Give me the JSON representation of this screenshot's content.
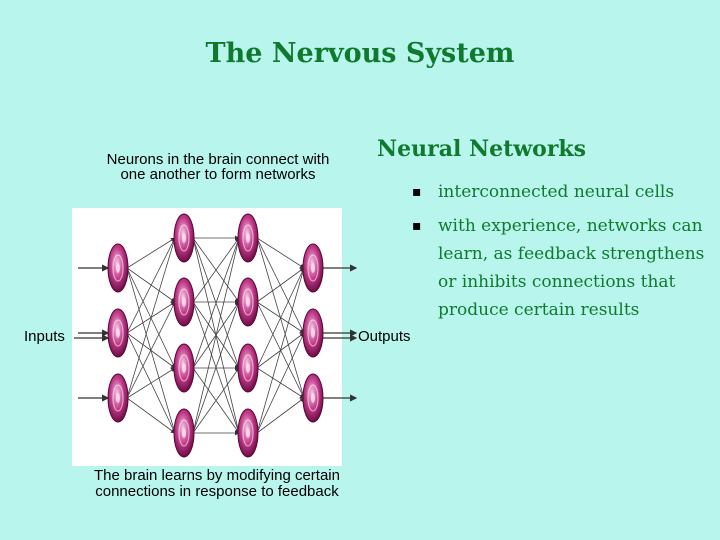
{
  "slide": {
    "title": "The Nervous System",
    "diagram": {
      "caption_top": "Neurons in the brain connect with one another to form networks",
      "caption_bottom": "The brain learns by modifying certain connections in response to feedback",
      "inputs_label": "Inputs",
      "outputs_label": "Outputs"
    },
    "right_panel": {
      "heading": "Neural Networks",
      "bullets": [
        "interconnected neural cells",
        "with experience, networks can learn, as feedback strengthens or inhibits connections that produce certain results"
      ]
    }
  },
  "colors": {
    "background": "#b8f5ec",
    "title_green": "#0f7a2e",
    "neuron": "#a0206e"
  },
  "icons": {
    "bullet": "square-bullet-icon",
    "neuron": "neuron-icon"
  }
}
